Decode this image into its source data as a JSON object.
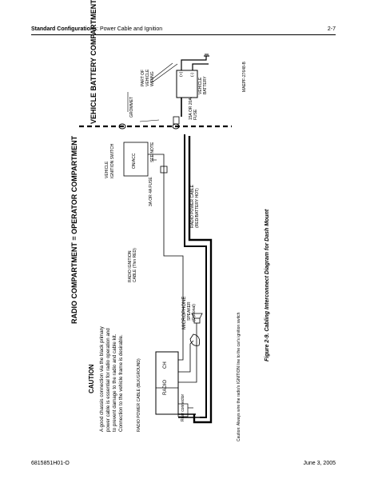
{
  "header": {
    "section_bold": "Standard Configurations",
    "section_rest": ": Power Cable and Ignition",
    "page_number": "2-7"
  },
  "footer": {
    "doc_number": "6815851H01-O",
    "date": "June 3, 2005"
  },
  "diagram": {
    "radio_compartment": "RADIO COMPARTMENT = OPERATOR COMPARTMENT",
    "vehicle_battery_compartment": "VEHICLE BATTERY COMPARTMENT",
    "caution_title": "CAUTION",
    "caution_lines": [
      "A good chassis connection via the black primary",
      "power cable is essential for radio operation and",
      "to prevent damage to the radio and cable kit.",
      "Connection to the vehicle frame is desirable."
    ],
    "radio_power_cable_black_ground": "RADIO POWER CABLE (BLK/GROUND)",
    "radio": "RADIO",
    "ch": "CH",
    "rear_connector": "Rear connector",
    "microphone": "MICROPHONE",
    "speaker": "SPEAKER",
    "speaker_optional": "(Optional)",
    "radio_ignition_cable_line1": "RADIO IGNITION",
    "radio_ignition_cable_line2": "CABLE (Thin RED)",
    "fuse_3a_4a": "3A OR 4A  FUSE",
    "vehicle_ignition_switch_line1": "VEHICLE",
    "vehicle_ignition_switch_line2": "IGNITION SWITCH",
    "on_acc": "ON/ACC",
    "see_note": "SEE NOTE",
    "radio_power_cable_red_line1": "RADIO POWER CABLE",
    "radio_power_cable_red_line2": "(RED/BATTERY HOT)",
    "grommet": "GROMMET",
    "fuse_15a_20a_line1": "15A OR 20A",
    "fuse_15a_20a_line2": "FUSE",
    "part_of_vehicle_wiring_line1": "PART OF",
    "part_of_vehicle_wiring_line2": "VEHICLE",
    "part_of_vehicle_wiring_line3": "WIRING",
    "vehicle_battery_line1": "VEHICLE",
    "vehicle_battery_line2": "BATTERY",
    "plus_sign": "(+)",
    "minus_sign": "(-)",
    "figure_code": "MAEPF-27648-B",
    "caution_note": "Caution:  Always wire the radio's IGNITION line to the car's ignition switch",
    "figure_caption": "Figure 2-9.  Cabling Interconnect Diagram for Dash Mount"
  }
}
